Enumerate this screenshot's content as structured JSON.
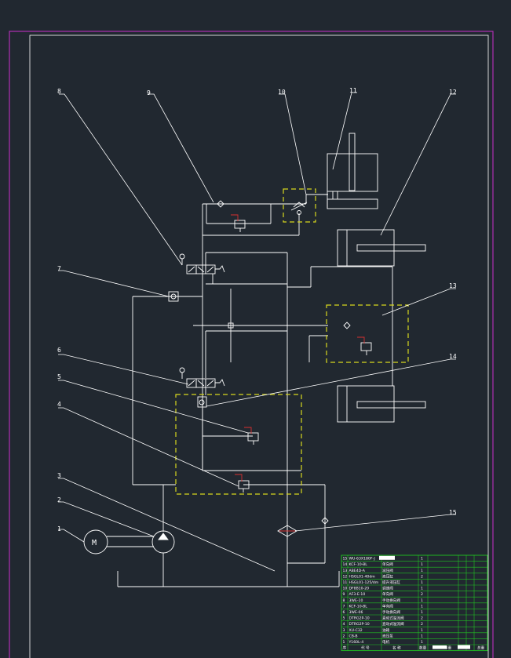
{
  "callouts": [
    "1",
    "2",
    "3",
    "4",
    "5",
    "6",
    "7",
    "8",
    "9",
    "10",
    "11",
    "12",
    "13",
    "14",
    "15"
  ],
  "parts_table": {
    "rows": [
      {
        "no": "15",
        "code": "WU-63X180F-J",
        "name": "",
        "qty": "1"
      },
      {
        "no": "14",
        "code": "KCF-10-BL",
        "name": "单向阀",
        "qty": "1"
      },
      {
        "no": "13",
        "code": "ABE4D-A",
        "name": "减压阀",
        "qty": "1"
      },
      {
        "no": "12",
        "code": "HSGL01-40dm",
        "name": "液压缸",
        "qty": "2"
      },
      {
        "no": "11",
        "code": "HSGL01-125/dm",
        "name": "提升液压缸",
        "qty": "1"
      },
      {
        "no": "10",
        "code": "DF8B10-20",
        "name": "调速阀",
        "qty": "1"
      },
      {
        "no": "9",
        "code": "AF3-E-10",
        "name": "单向阀",
        "qty": "2"
      },
      {
        "no": "8",
        "code": "3WE-10",
        "name": "手动换向阀",
        "qty": "1"
      },
      {
        "no": "7",
        "code": "KCF-10-BL",
        "name": "单向阀",
        "qty": "1"
      },
      {
        "no": "6",
        "code": "3WE-06",
        "name": "手动换向阀",
        "qty": "1"
      },
      {
        "no": "5",
        "code": "DTRG2P-10",
        "name": "直动式溢流阀",
        "qty": "2"
      },
      {
        "no": "4",
        "code": "DTRG2P-10",
        "name": "直动式溢流阀",
        "qty": "2"
      },
      {
        "no": "3",
        "code": "XU-C32",
        "name": "油箱",
        "qty": "1"
      },
      {
        "no": "2",
        "code": "CB-B",
        "name": "液压泵",
        "qty": "1"
      },
      {
        "no": "1",
        "code": "Y160L-4",
        "name": "电机",
        "qty": "1"
      }
    ],
    "footer": [
      "序",
      "代 号",
      "名 称",
      "数量",
      "单重",
      "总重"
    ]
  },
  "colors": {
    "background": "#212830",
    "frame_outer": "#b02fb3",
    "line": "#ffffff",
    "group_dash": "#d8d81e",
    "spring_red": "#d83030",
    "table_grid": "#21c421"
  }
}
